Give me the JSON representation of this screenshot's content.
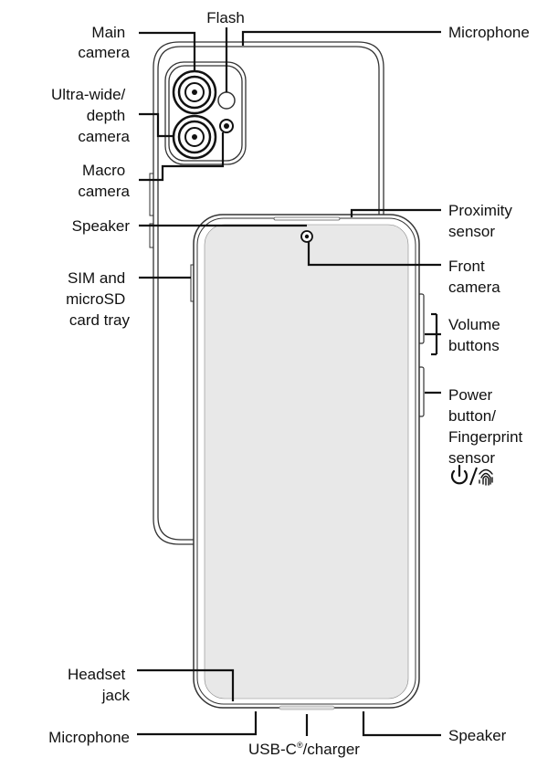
{
  "labels": {
    "main_camera": [
      "Main",
      "camera"
    ],
    "flash": [
      "Flash"
    ],
    "ultrawide_camera": [
      "Ultra-wide/",
      "depth",
      "camera"
    ],
    "macro_camera": [
      "Macro",
      "camera"
    ],
    "speaker_top": [
      "Speaker"
    ],
    "sim_tray": [
      "SIM and",
      "microSD",
      "card tray"
    ],
    "microphone_top": [
      "Microphone"
    ],
    "proximity_sensor": [
      "Proximity",
      "sensor"
    ],
    "front_camera": [
      "Front",
      "camera"
    ],
    "volume_buttons": [
      "Volume",
      "buttons"
    ],
    "power_button": [
      "Power",
      "button/",
      "Fingerprint",
      "sensor"
    ],
    "headset_jack": [
      "Headset",
      "jack"
    ],
    "microphone_bottom": [
      "Microphone"
    ],
    "usb_charger": [
      "USB-C",
      "®",
      "/charger"
    ],
    "speaker_bottom": [
      "Speaker"
    ]
  },
  "icons": [
    "power-icon",
    "fingerprint-icon"
  ],
  "colors": {
    "screen": "#e8e8e8",
    "line": "#111111",
    "outline": "#333333"
  }
}
